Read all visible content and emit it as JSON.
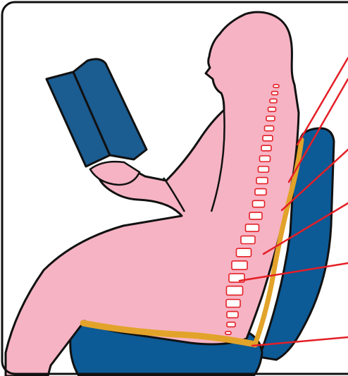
{
  "colors": {
    "background": "#ffffff",
    "frame": "#111111",
    "skin": "#f6b3c3",
    "outline": "#111111",
    "chair": "#0c5a96",
    "book": "#1b5c91",
    "support": "#e2a32a",
    "spine": "#e41f26",
    "pointer": "#e41f26"
  },
  "callouts": [
    {
      "id": "pointer-1"
    },
    {
      "id": "pointer-2"
    },
    {
      "id": "pointer-3"
    },
    {
      "id": "pointer-4"
    },
    {
      "id": "pointer-5"
    },
    {
      "id": "pointer-6"
    }
  ]
}
